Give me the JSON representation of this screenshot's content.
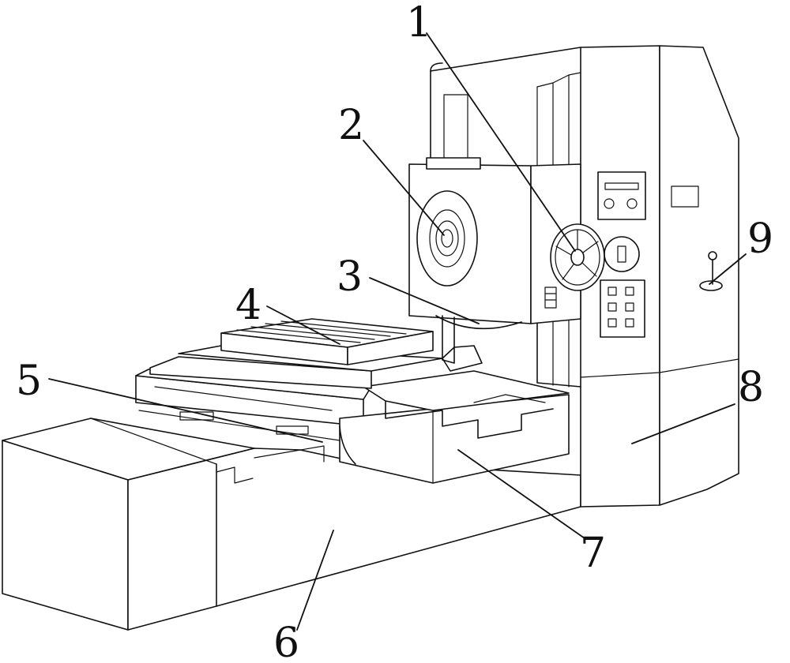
{
  "labels": {
    "l1": "1",
    "l2": "2",
    "l3": "3",
    "l4": "4",
    "l5": "5",
    "l6": "6",
    "l7": "7",
    "l8": "8",
    "l9": "9"
  },
  "colors": {
    "stroke": "#111111",
    "background": "#ffffff"
  }
}
